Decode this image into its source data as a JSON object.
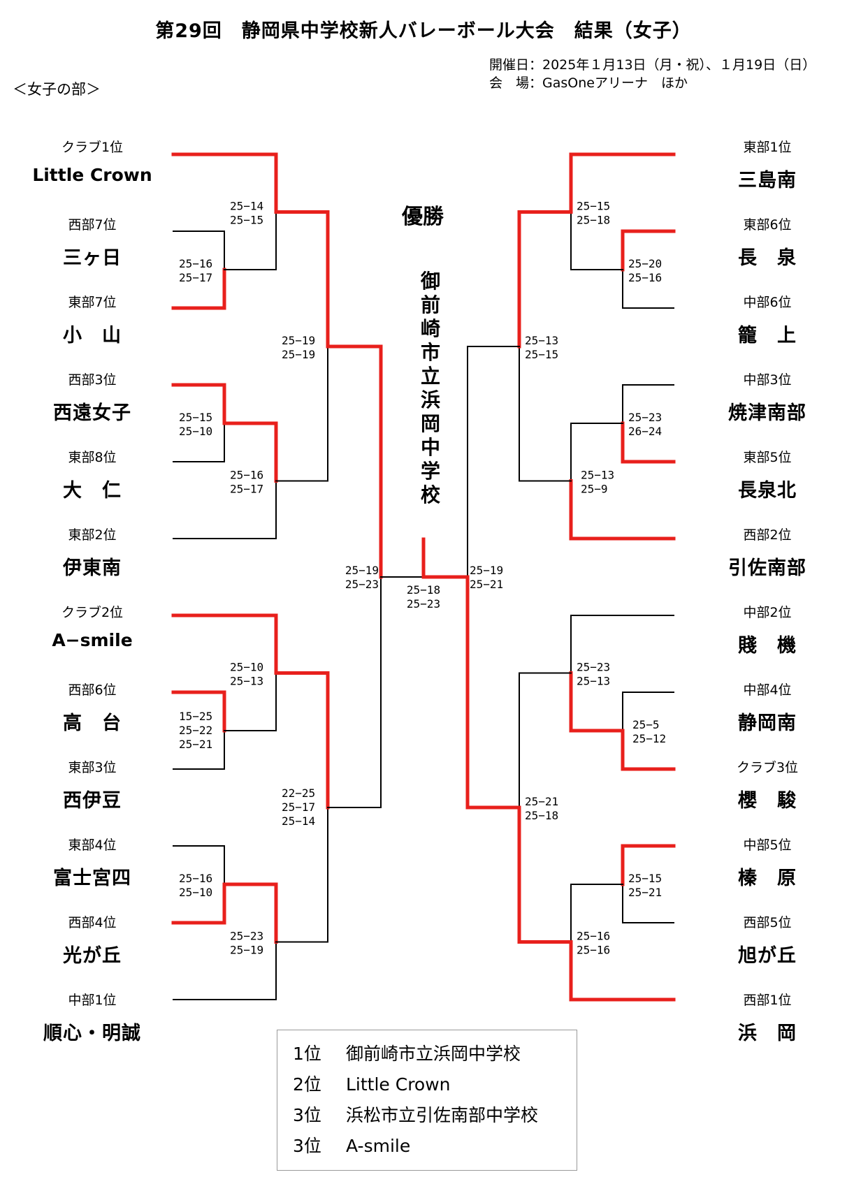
{
  "header": {
    "title": "第29回　静岡県中学校新人バレーボール大会　結果（女子）",
    "date_line": "開催日：2025年１月13日（月・祝）、１月19日（日）",
    "venue_line": "会　場：GasOneアリーナ　ほか",
    "section": "＜女子の部＞"
  },
  "center": {
    "champion_label": "優勝",
    "champion_name": "御前崎市立浜岡中学校"
  },
  "left_teams": [
    {
      "seed": "クラブ1位",
      "name": "Little Crown"
    },
    {
      "seed": "西部7位",
      "name": "三ヶ日"
    },
    {
      "seed": "東部7位",
      "name": "小　山"
    },
    {
      "seed": "西部3位",
      "name": "西遠女子"
    },
    {
      "seed": "東部8位",
      "name": "大　仁"
    },
    {
      "seed": "東部2位",
      "name": "伊東南"
    },
    {
      "seed": "クラブ2位",
      "name": "A−smile"
    },
    {
      "seed": "西部6位",
      "name": "高　台"
    },
    {
      "seed": "東部3位",
      "name": "西伊豆"
    },
    {
      "seed": "東部4位",
      "name": "富士宮四"
    },
    {
      "seed": "西部4位",
      "name": "光が丘"
    },
    {
      "seed": "中部1位",
      "name": "順心・明誠"
    }
  ],
  "right_teams": [
    {
      "seed": "東部1位",
      "name": "三島南"
    },
    {
      "seed": "東部6位",
      "name": "長　泉"
    },
    {
      "seed": "中部6位",
      "name": "籠　上"
    },
    {
      "seed": "中部3位",
      "name": "焼津南部"
    },
    {
      "seed": "東部5位",
      "name": "長泉北"
    },
    {
      "seed": "西部2位",
      "name": "引佐南部"
    },
    {
      "seed": "中部2位",
      "name": "賤　機"
    },
    {
      "seed": "中部4位",
      "name": "静岡南"
    },
    {
      "seed": "クラブ3位",
      "name": "櫻　駿"
    },
    {
      "seed": "中部5位",
      "name": "榛　原"
    },
    {
      "seed": "西部5位",
      "name": "旭が丘"
    },
    {
      "seed": "西部1位",
      "name": "浜　岡"
    }
  ],
  "scores": {
    "l_r1a": [
      "25−16",
      "25−17"
    ],
    "l_r1b": [
      "25−15",
      "25−10"
    ],
    "l_r1c": [
      "15−25",
      "25−22",
      "25−21"
    ],
    "l_r1d": [
      "25−16",
      "25−10"
    ],
    "l_r2a": [
      "25−14",
      "25−15"
    ],
    "l_r2b": [
      "25−16",
      "25−17"
    ],
    "l_r2c": [
      "25−10",
      "25−13"
    ],
    "l_r2d": [
      "25−23",
      "25−19"
    ],
    "l_qf1": [
      "25−19",
      "25−19"
    ],
    "l_qf2": [
      "22−25",
      "25−17",
      "25−14"
    ],
    "l_sf": [
      "25−19",
      "25−23"
    ],
    "r_r1a": [
      "25−20",
      "25−16"
    ],
    "r_r1b": [
      "25−23",
      "26−24"
    ],
    "r_r1c": [
      "25−5",
      "25−12"
    ],
    "r_r1d": [
      "25−15",
      "25−21"
    ],
    "r_r2a": [
      "25−15",
      "25−18"
    ],
    "r_r2b": [
      "25−13",
      "25−9"
    ],
    "r_r2c": [
      "25−23",
      "25−13"
    ],
    "r_r2d": [
      "25−16",
      "25−16"
    ],
    "r_qf1": [
      "25−13",
      "25−15"
    ],
    "r_qf2": [
      "25−21",
      "25−18"
    ],
    "r_sf": [
      "25−19",
      "25−21"
    ],
    "final": [
      "25−18",
      "25−23"
    ]
  },
  "results": [
    {
      "rank": "1位",
      "name": "御前崎市立浜岡中学校"
    },
    {
      "rank": "2位",
      "name": "Little Crown"
    },
    {
      "rank": "3位",
      "name": "浜松市立引佐南部中学校"
    },
    {
      "rank": "3位",
      "name": "A-smile"
    }
  ],
  "colors": {
    "winner_line": "#e8201c",
    "line": "#000000"
  }
}
